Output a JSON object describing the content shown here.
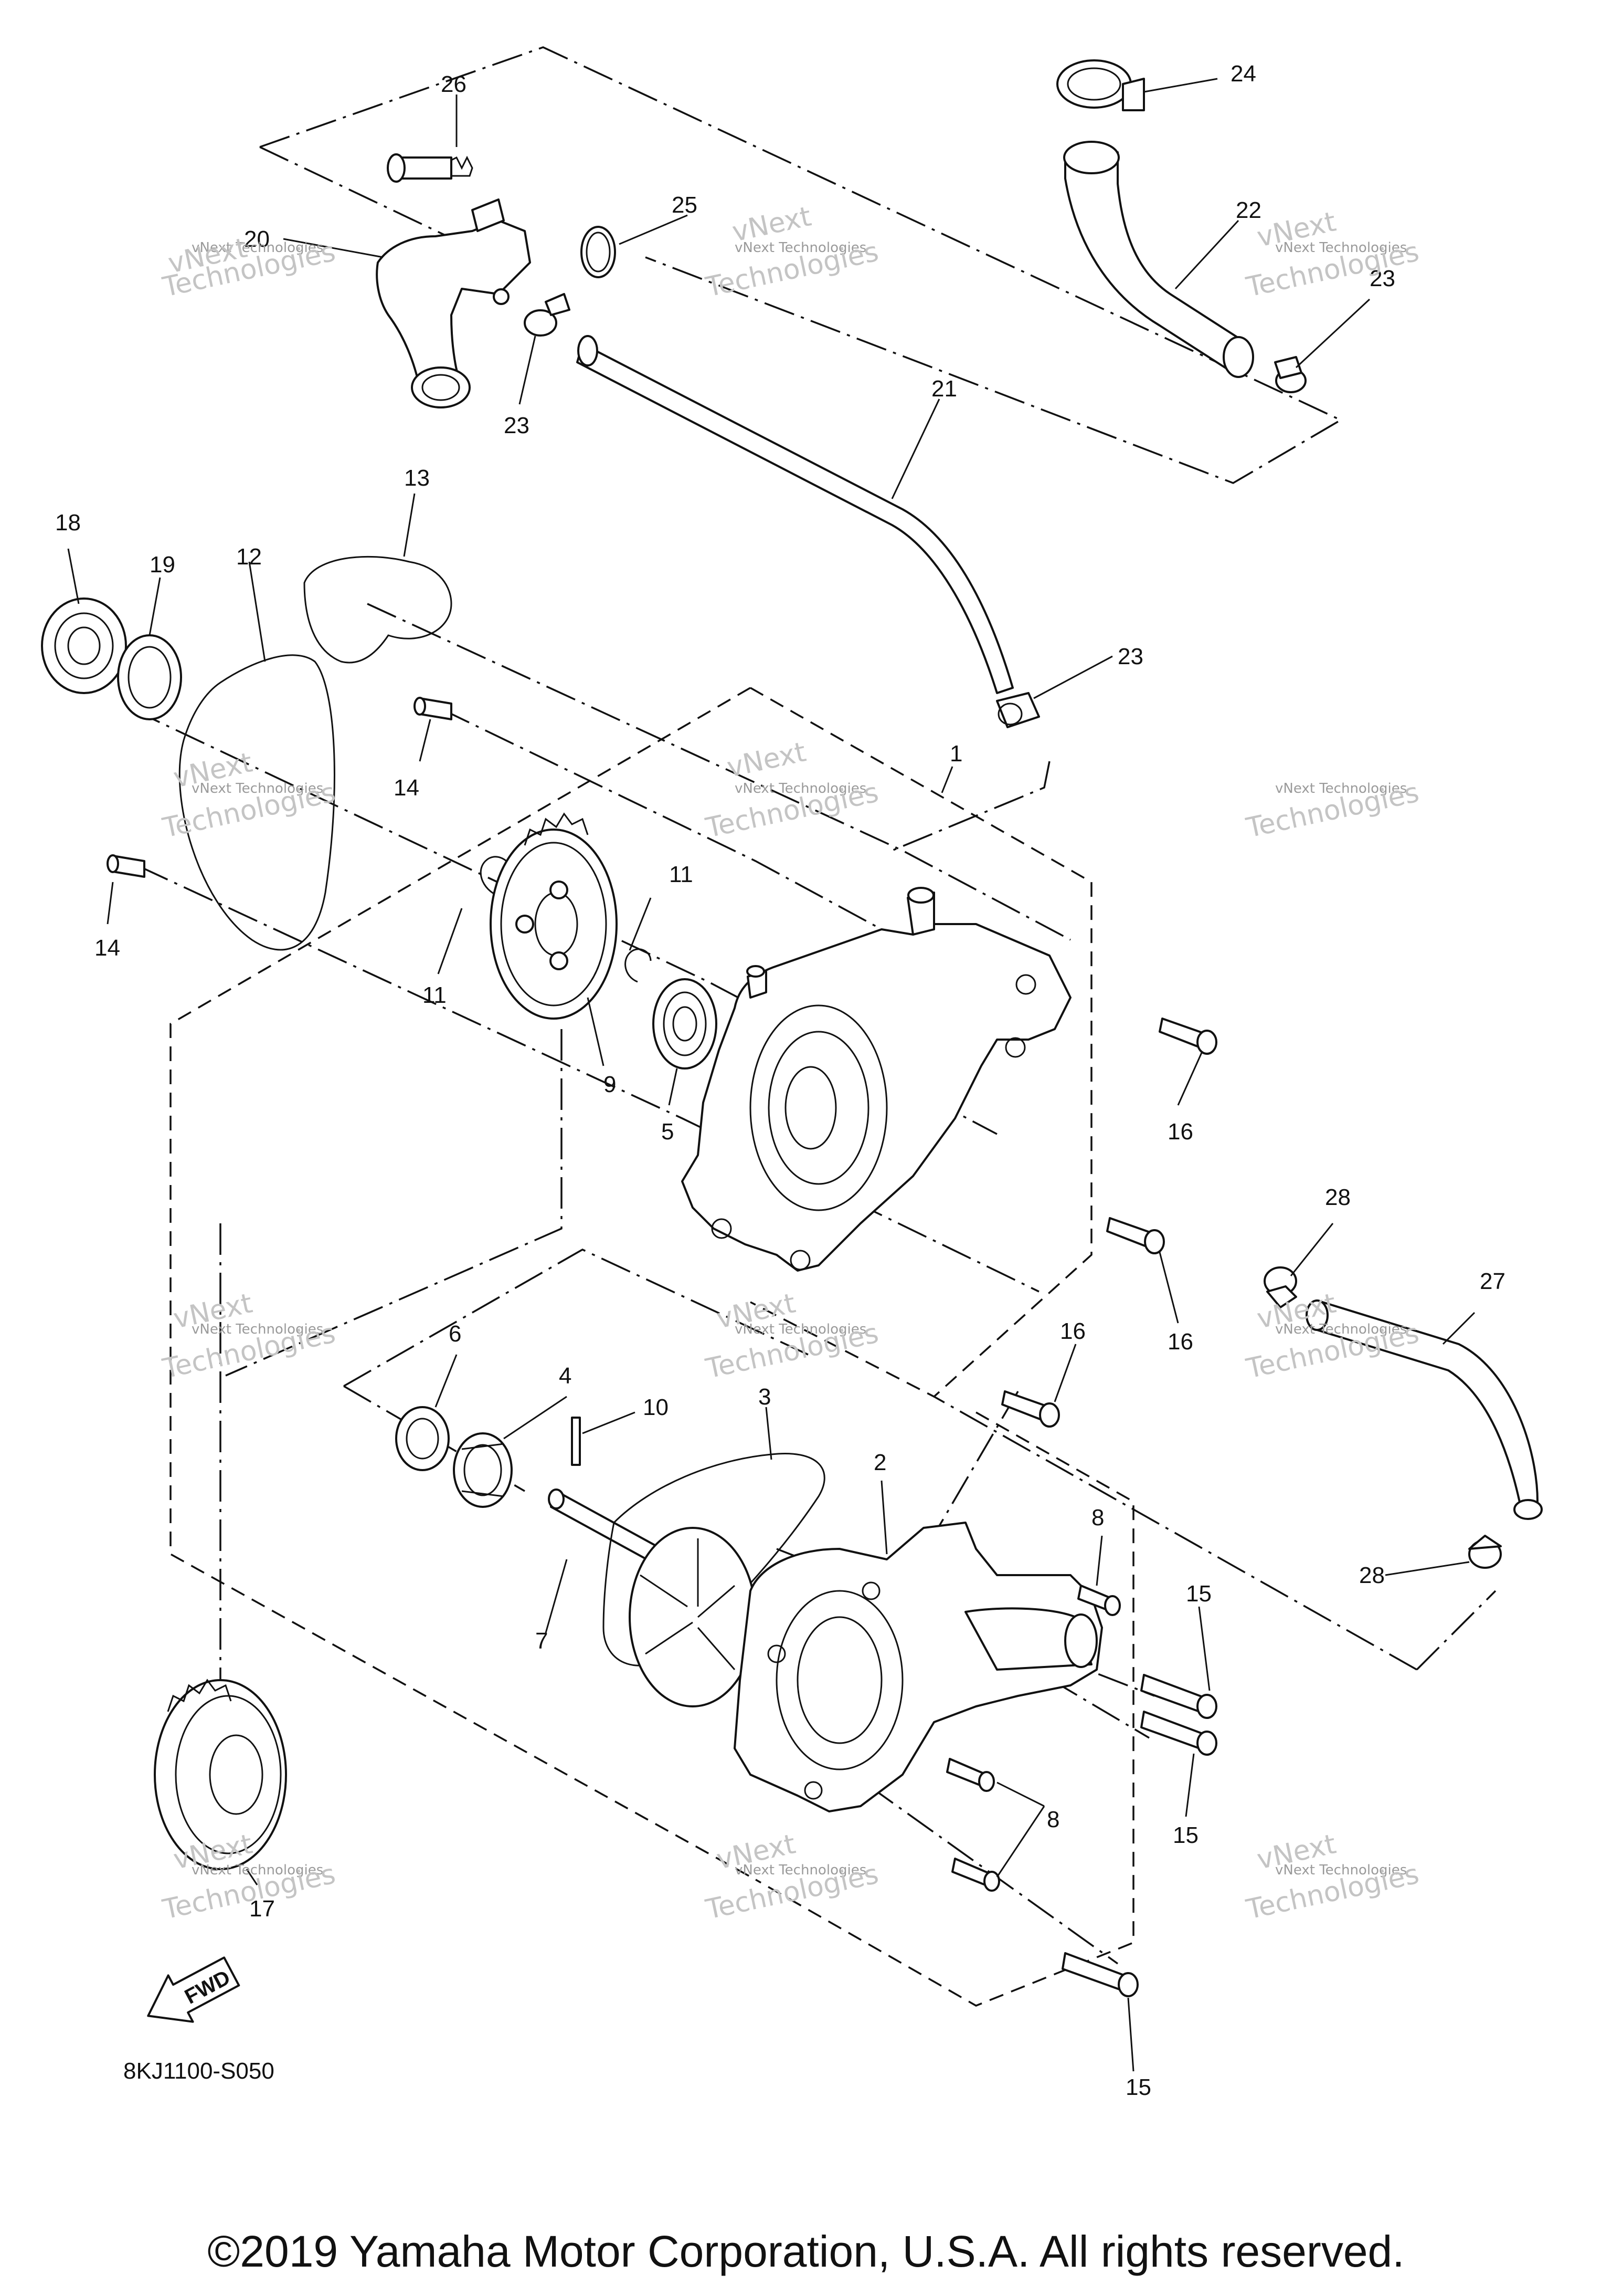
{
  "diagram": {
    "callouts": {
      "p1": "1",
      "p2": "2",
      "p3": "3",
      "p4": "4",
      "p5": "5",
      "p6": "6",
      "p7": "7",
      "p8a": "8",
      "p8b": "8",
      "p9": "9",
      "p10": "10",
      "p11a": "11",
      "p11b": "11",
      "p12": "12",
      "p13": "13",
      "p14a": "14",
      "p14b": "14",
      "p15a": "15",
      "p15b": "15",
      "p15c": "15",
      "p16a": "16",
      "p16b": "16",
      "p16c": "16",
      "p17": "17",
      "p18": "18",
      "p19": "19",
      "p20": "20",
      "p21": "21",
      "p22": "22",
      "p23a": "23",
      "p23b": "23",
      "p23c": "23",
      "p24": "24",
      "p25": "25",
      "p26": "26",
      "p27": "27",
      "p28a": "28",
      "p28b": "28"
    },
    "fwd_label": "FWD",
    "diagram_code": "8KJ1100-S050",
    "watermark_line1": "vNext Technologies",
    "watermark_line2": "vNext",
    "watermark_line3": "Technologies"
  },
  "footer": {
    "copyright": "©2019 Yamaha Motor Corporation, U.S.A. All rights reserved."
  }
}
